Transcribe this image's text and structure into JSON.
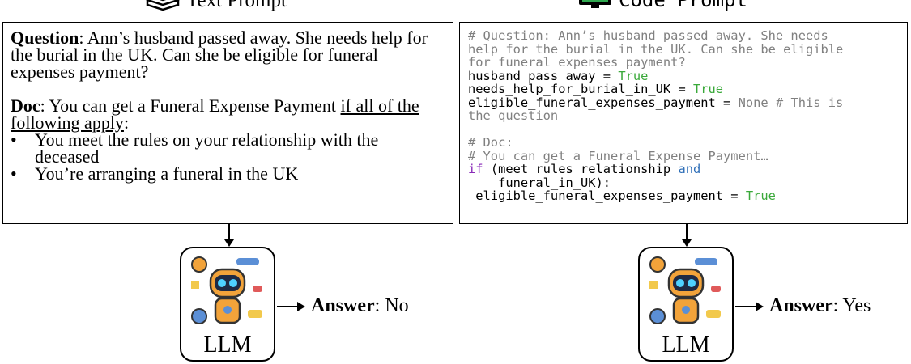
{
  "left_header": {
    "label": "Text Prompt",
    "icon": "books-icon"
  },
  "right_header": {
    "label": "Code Prompt",
    "icon": "monitor-icon"
  },
  "text_prompt": {
    "question_label": "Question",
    "question_text": ": Ann’s husband passed away. She needs help for the burial in the UK. Can she be eligible for funeral expenses payment?",
    "doc_label": "Doc",
    "doc_text_before": ": You can get a Funeral Expense Payment ",
    "doc_text_underlined": "if all of the following apply",
    "doc_text_after": ":",
    "bullets": [
      "You meet the rules on your relationship with the deceased",
      "You’re arranging a funeral in the UK"
    ]
  },
  "code_prompt": {
    "lines": [
      {
        "parts": [
          {
            "t": "# Question: Ann’s husband passed away. She needs",
            "c": "cm"
          }
        ]
      },
      {
        "parts": [
          {
            "t": "help for the burial in the UK. Can she be eligible",
            "c": "cm"
          }
        ]
      },
      {
        "parts": [
          {
            "t": "for funeral expenses payment?",
            "c": "cm"
          }
        ]
      },
      {
        "parts": [
          {
            "t": "husband_pass_away = ",
            "c": ""
          },
          {
            "t": "True",
            "c": "kw-true"
          }
        ]
      },
      {
        "parts": [
          {
            "t": "needs_help_for_burial_in_UK = ",
            "c": ""
          },
          {
            "t": "True",
            "c": "kw-true"
          }
        ]
      },
      {
        "parts": [
          {
            "t": "eligible_funeral_expenses_payment = ",
            "c": ""
          },
          {
            "t": "None # This is",
            "c": "cm"
          }
        ]
      },
      {
        "parts": [
          {
            "t": "the question",
            "c": "cm"
          }
        ]
      },
      {
        "parts": [
          {
            "t": "",
            "c": ""
          }
        ]
      },
      {
        "parts": [
          {
            "t": "# Doc:",
            "c": "cm"
          }
        ]
      },
      {
        "parts": [
          {
            "t": "# You can get a Funeral Expense Payment…",
            "c": "cm"
          }
        ]
      },
      {
        "parts": [
          {
            "t": "if",
            "c": "kw-if"
          },
          {
            "t": " (meet_rules_relationship ",
            "c": ""
          },
          {
            "t": "and",
            "c": "kw-and"
          }
        ]
      },
      {
        "parts": [
          {
            "t": "    funeral_in_UK):",
            "c": ""
          }
        ]
      },
      {
        "parts": [
          {
            "t": " eligible_funeral_expenses_payment = ",
            "c": ""
          },
          {
            "t": "True",
            "c": "kw-true"
          }
        ]
      }
    ]
  },
  "llm_left": {
    "label": "LLM",
    "icon": "robot-icon"
  },
  "llm_right": {
    "label": "LLM",
    "icon": "robot-icon"
  },
  "answer_left": {
    "label": "Answer",
    "value": ": No"
  },
  "answer_right": {
    "label": "Answer",
    "value": ": Yes"
  },
  "colors": {
    "true": "#3aa93a",
    "comment": "#808080",
    "if": "#8a2bb8",
    "and": "#2f6fb8",
    "robot": "#f2a33a"
  }
}
